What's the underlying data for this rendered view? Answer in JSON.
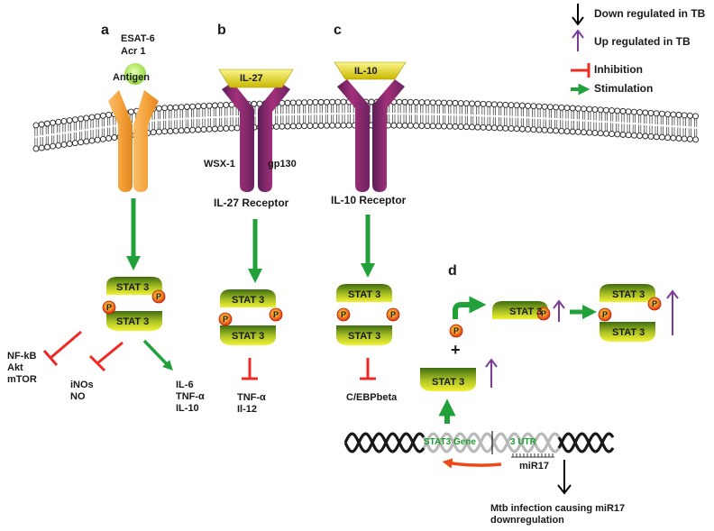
{
  "panels": {
    "a": {
      "letter": "a",
      "antigen_names": [
        "ESAT-6",
        "Acr 1"
      ],
      "antigen_label": "Antigen",
      "inhibited_group_1": [
        "NF-kB",
        "Akt",
        "mTOR"
      ],
      "inhibited_group_2": [
        "iNOs",
        "NO"
      ],
      "stimulated": [
        "IL-6",
        "TNF-α",
        "IL-10"
      ]
    },
    "b": {
      "letter": "b",
      "ligand": "IL-27",
      "subunit_left": "WSX-1",
      "subunit_right": "gp130",
      "receptor": "IL-27 Receptor",
      "inhibited": [
        "TNF-α",
        "Il-12"
      ]
    },
    "c": {
      "letter": "c",
      "ligand": "IL-10",
      "receptor": "IL-10 Receptor",
      "inhibited": [
        "C/EBPbeta"
      ]
    },
    "d": {
      "letter": "d",
      "plus": "+",
      "gene_label": "STAT3 Gene",
      "utr_label": "3 UTR",
      "mirna": "miR17",
      "outcome": [
        "Mtb infection causing miR17",
        "downregulation"
      ]
    }
  },
  "stat_label": "STAT 3",
  "phospho_label": "P",
  "legend": {
    "down": "Down regulated in TB",
    "up": "Up regulated in TB",
    "inhibition": "Inhibition",
    "stimulation": "Stimulation"
  },
  "colors": {
    "stimulation": "#22a03a",
    "inhibition": "#ee2a24",
    "upregulation": "#7a3c98",
    "downregulation": "#000000",
    "receptor_a": "#f5a33c",
    "receptor_bc": "#7a2b6e",
    "ligand": "#e6e020",
    "antigen": "#b9ec5c",
    "stat_dark": "#3d6c10",
    "stat_light": "#f0f030",
    "phospho": "#e23a12",
    "mirna_arrow": "#ee4a18"
  }
}
